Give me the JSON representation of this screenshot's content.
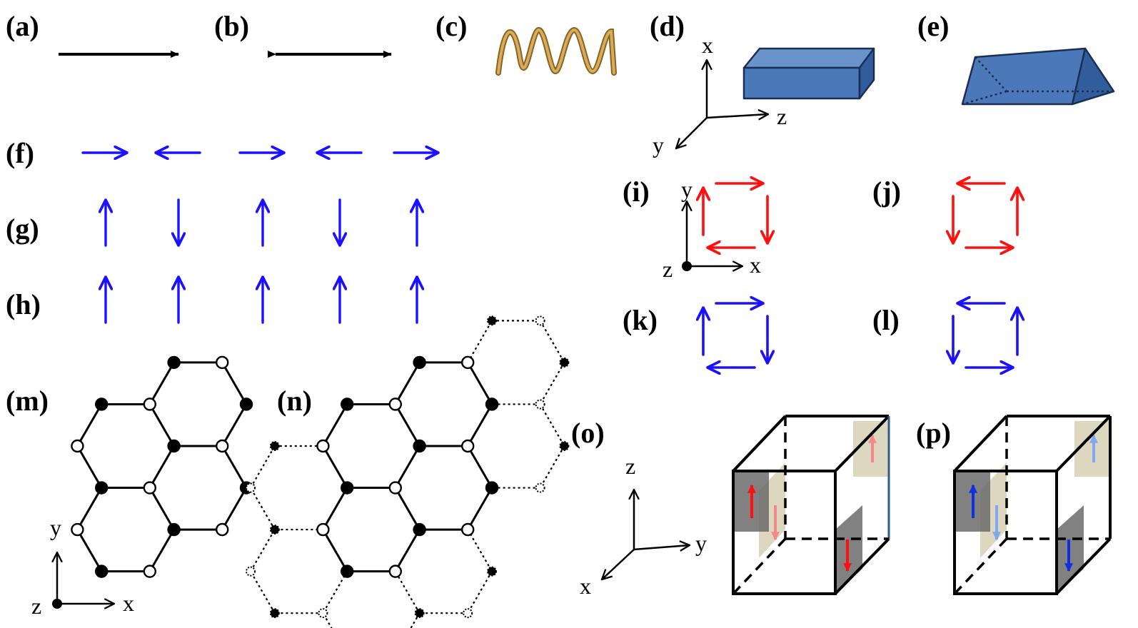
{
  "panel_labels": {
    "a": "(a)",
    "b": "(b)",
    "c": "(c)",
    "d": "(d)",
    "e": "(e)",
    "f": "(f)",
    "g": "(g)",
    "h": "(h)",
    "i": "(i)",
    "j": "(j)",
    "k": "(k)",
    "l": "(l)",
    "m": "(m)",
    "n": "(n)",
    "o": "(o)",
    "p": "(p)"
  },
  "axes": {
    "d": {
      "x": "x",
      "y": "y",
      "z": "z"
    },
    "i": {
      "x": "x",
      "y": "y",
      "z": "z"
    },
    "m": {
      "x": "x",
      "y": "y",
      "z": "z"
    },
    "o": {
      "x": "x",
      "y": "y",
      "z": "z"
    }
  },
  "colors": {
    "ink": "#000000",
    "blue_arrow": "#1a12ff",
    "red_arrow": "#ff1010",
    "prism_fill": "#4a78b8",
    "prism_top": "#6a93cc",
    "prism_side": "#325d9c",
    "spring": "#b8893a",
    "dark_plane": "#6b6b6b",
    "light_plane": "#d8d0b4",
    "pale_red": "#f08a8a",
    "pale_blue": "#7fa8f0",
    "dark_blue": "#1030e0"
  },
  "symbols": {
    "f": [
      "right",
      "left",
      "right",
      "left",
      "right"
    ],
    "g": [
      "up",
      "down",
      "up",
      "down",
      "up"
    ],
    "h": [
      "up",
      "up",
      "up",
      "up",
      "up"
    ]
  }
}
